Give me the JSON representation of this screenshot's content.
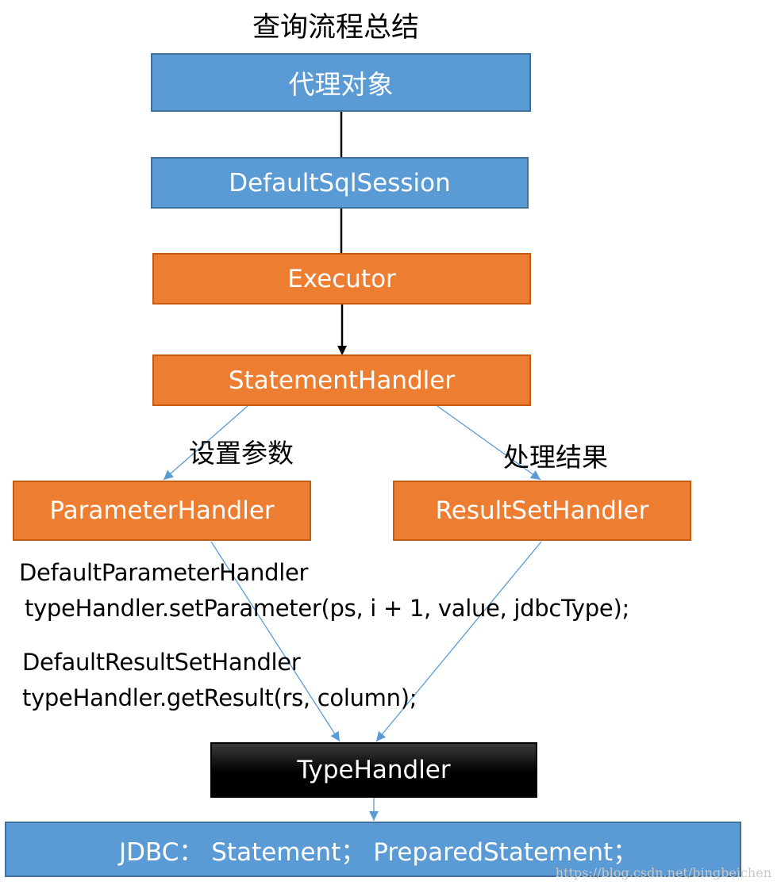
{
  "title": "查询流程总结",
  "nodes": {
    "proxy": "代理对象",
    "sqlsession": "DefaultSqlSession",
    "executor": "Executor",
    "statement_handler": "StatementHandler",
    "parameter_handler": "ParameterHandler",
    "resultset_handler": "ResultSetHandler",
    "type_handler": "TypeHandler",
    "jdbc": "JDBC： Statement； PreparedStatement；"
  },
  "edge_labels": {
    "set_params": "设置参数",
    "handle_results": "处理结果"
  },
  "annotations": {
    "param_class": "DefaultParameterHandler",
    "param_call": "typeHandler.setParameter(ps, i + 1, value, jdbcType);",
    "result_class": "DefaultResultSetHandler",
    "result_call": "typeHandler.getResult(rs, column);"
  },
  "watermark": "https://blog.csdn.net/bingbeichen",
  "colors": {
    "blue": "#5b9bd5",
    "orange": "#ed7d31",
    "black": "#000000",
    "connector_blue": "#5b9bd5",
    "connector_black": "#000000"
  }
}
